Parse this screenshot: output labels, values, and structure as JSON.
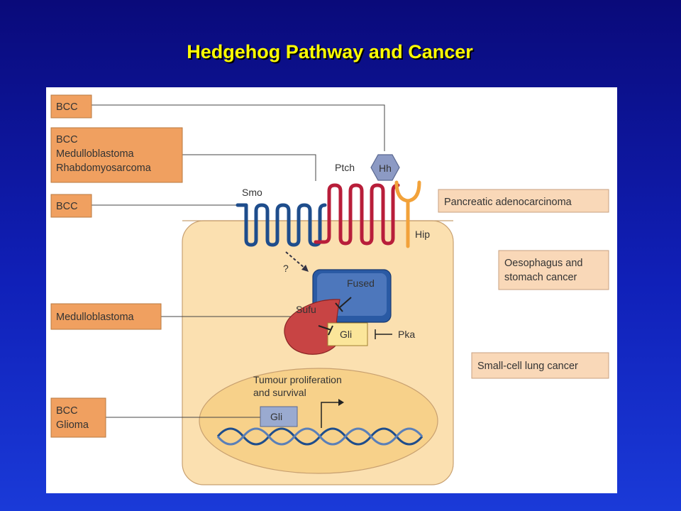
{
  "title": "Hedgehog Pathway and Cancer",
  "colors": {
    "background_top": "#0a0a7a",
    "background_bottom": "#1a3ad8",
    "title": "#ffff00",
    "left_box_fill": "#f0a060",
    "right_box_fill": "#f9d8b8",
    "cell_fill": "#fbe0b0",
    "smo_blue": "#1e4d8c",
    "ptch_red": "#b81e3a",
    "hip_orange": "#f2a23a",
    "hh_grey": "#8c9ac4",
    "fused_blue": "#2a5aa4",
    "sufu_red": "#c84444",
    "gli_yellow": "#fbe69a"
  },
  "left_boxes": [
    {
      "lines": [
        "BCC"
      ]
    },
    {
      "lines": [
        "BCC",
        "Medulloblastoma",
        "Rhabdomyosarcoma"
      ]
    },
    {
      "lines": [
        "BCC"
      ]
    },
    {
      "lines": [
        "Medulloblastoma"
      ]
    },
    {
      "lines": [
        "BCC",
        "Glioma"
      ]
    }
  ],
  "right_boxes": [
    {
      "lines": [
        "Pancreatic adenocarcinoma"
      ]
    },
    {
      "lines": [
        "Oesophagus and",
        "stomach cancer"
      ]
    },
    {
      "lines": [
        "Small-cell lung cancer"
      ]
    }
  ],
  "labels": {
    "smo": "Smo",
    "ptch": "Ptch",
    "hh": "Hh",
    "hip": "Hip",
    "question": "?",
    "fused": "Fused",
    "sufu": "Sufu",
    "gli_cytoplasm": "Gli",
    "pka": "Pka",
    "nucleus_line1": "Tumour proliferation",
    "nucleus_line2": "and survival",
    "gli_nucleus": "Gli"
  }
}
